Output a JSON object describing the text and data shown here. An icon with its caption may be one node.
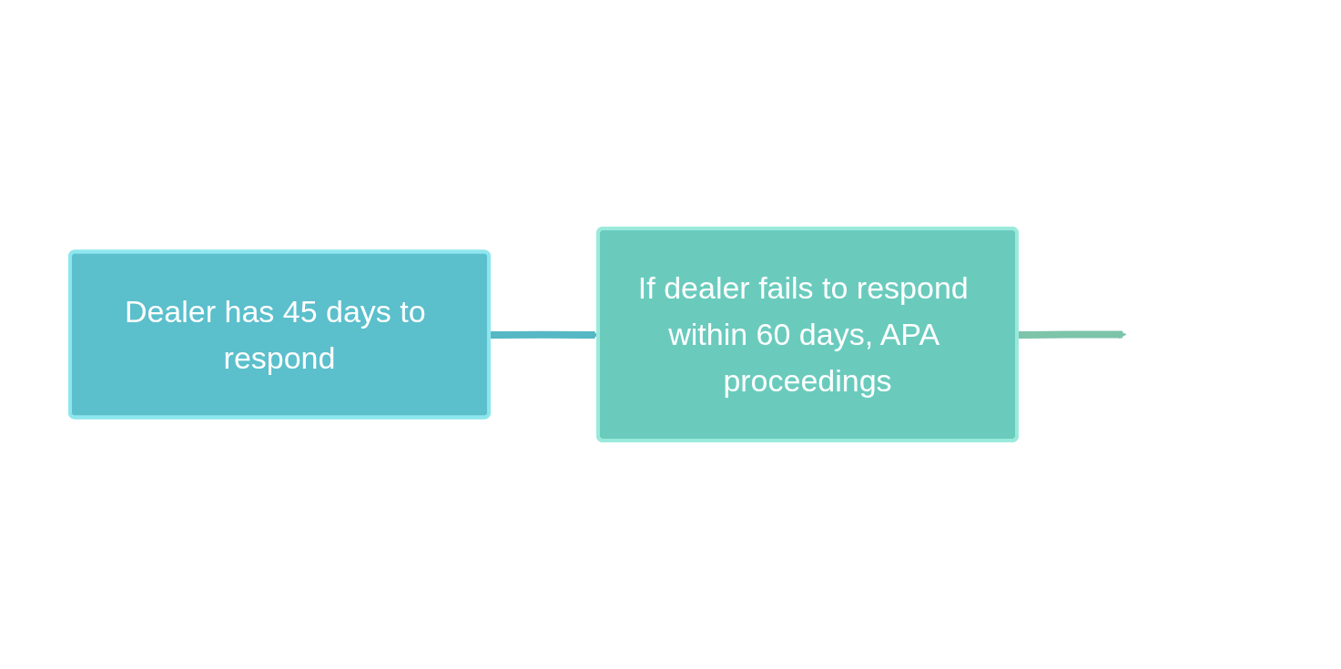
{
  "diagram": {
    "nodes": [
      {
        "text": [
          "Dealer has 45 days to respond"
        ]
      },
      {
        "text": [
          "If dealer fails to respond within 60 days, APA proceedings"
        ]
      }
    ],
    "edges": [
      {
        "from": 0,
        "to": 1,
        "arrow": "to"
      },
      {
        "from": 1,
        "to": null,
        "arrow": "to",
        "color": "#7cc4aa"
      }
    ]
  }
}
